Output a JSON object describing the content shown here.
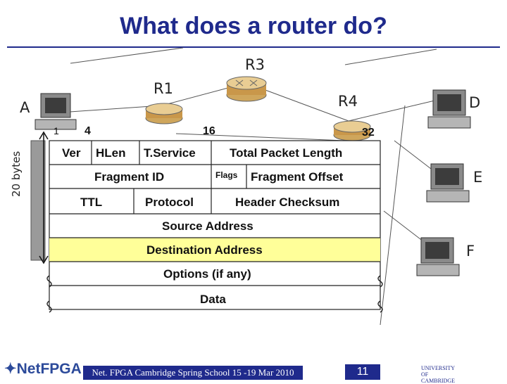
{
  "title": "What does a router do?",
  "nodes": {
    "A": "A",
    "R1": "R1",
    "R3": "R3",
    "R4": "R4",
    "D": "D",
    "E": "E",
    "F": "F"
  },
  "bit_positions": [
    "1",
    "4",
    "16",
    "32"
  ],
  "header_size_label": "20 bytes",
  "header_fields": {
    "ver": "Ver",
    "hlen": "HLen",
    "tservice": "T.Service",
    "total_length": "Total Packet Length",
    "fragment_id": "Fragment ID",
    "flags": "Flags",
    "fragment_offset": "Fragment Offset",
    "ttl": "TTL",
    "protocol": "Protocol",
    "header_checksum": "Header Checksum",
    "source_address": "Source Address",
    "destination_address": "Destination Address",
    "options": "Options (if any)",
    "data": "Data"
  },
  "colors": {
    "title": "#1f2a8c",
    "highlight": "#ffff99",
    "footer": "#1f2a8c"
  },
  "footer": {
    "logo": "NetFPGA",
    "event": "Net. FPGA Cambridge Spring School 15 -19 Mar 2010",
    "page_number": "11",
    "university": "UNIVERSITY OF CAMBRIDGE"
  }
}
